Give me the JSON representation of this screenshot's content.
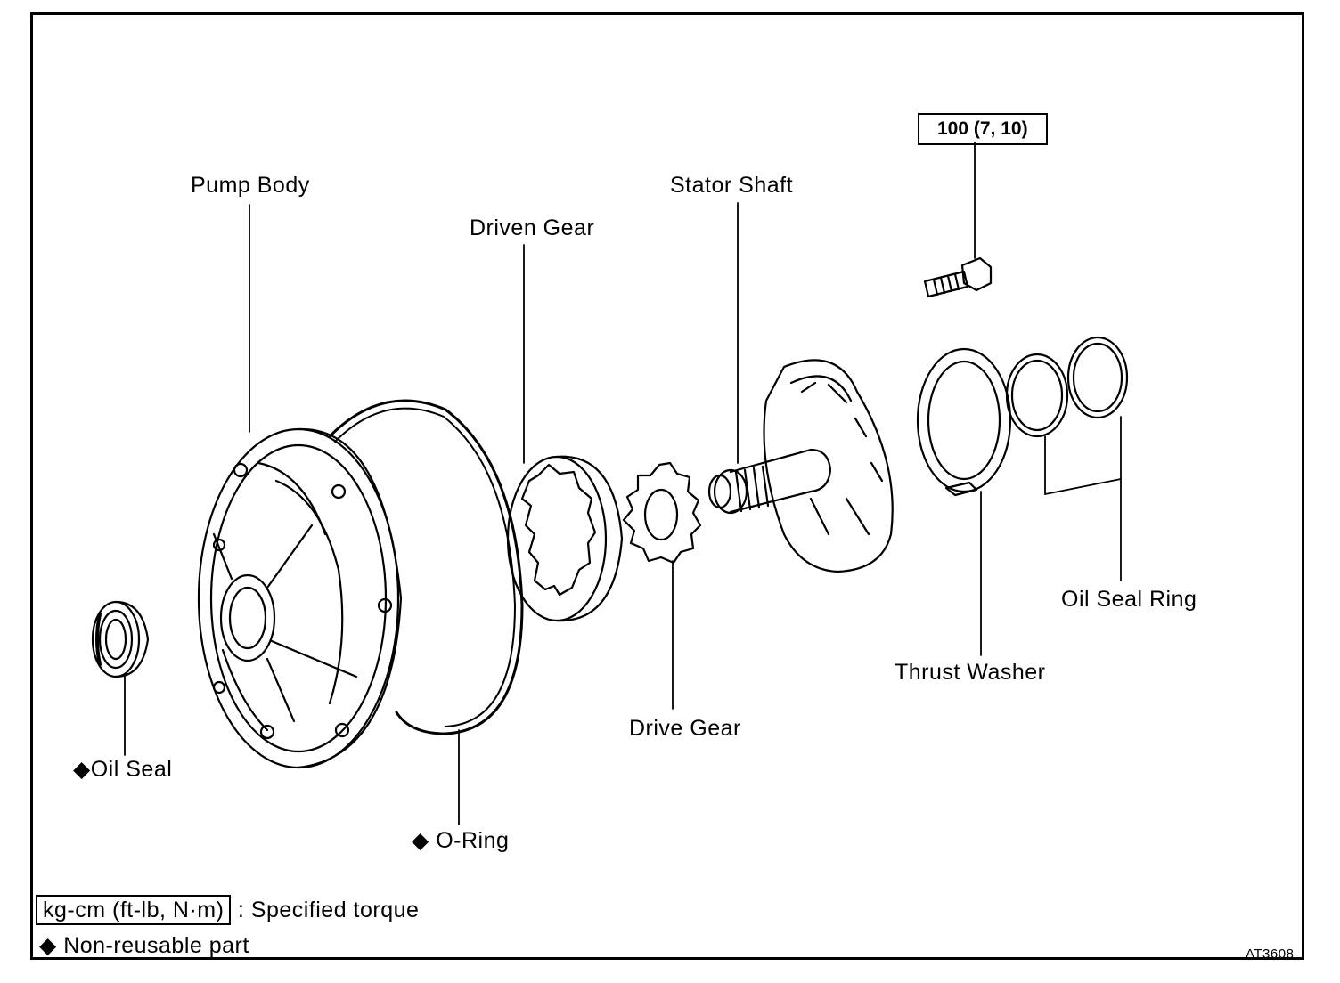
{
  "labels": {
    "pump_body": "Pump Body",
    "driven_gear": "Driven Gear",
    "stator_shaft": "Stator Shaft",
    "oil_seal_ring": "Oil Seal Ring",
    "thrust_washer": "Thrust Washer",
    "drive_gear": "Drive Gear",
    "oil_seal": "Oil Seal",
    "o_ring": "O-Ring"
  },
  "torque": {
    "bolt": "100 (7, 10)"
  },
  "legend": {
    "torque_unit": "kg-cm (ft-lb, N·m)",
    "torque_desc": ": Specified torque",
    "nonreusable_desc": "Non-reusable part",
    "diamond": "◆"
  },
  "figure_code": "AT3608"
}
